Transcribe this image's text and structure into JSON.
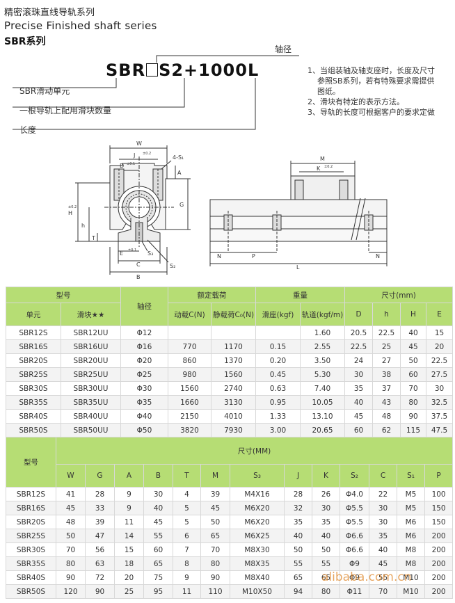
{
  "header": {
    "title_cn": "精密滚珠直线导轨系列",
    "title_en": "Precise Finished shaft series",
    "series": "SBR系列"
  },
  "code": {
    "prefix": "SBR",
    "suffix": "S2+1000L",
    "label_shaft_dia": "轴径",
    "label_unit": "SBR滑动单元",
    "label_blocks": "一根导轨上配用滑块数量",
    "label_length": "长度"
  },
  "notes": [
    "1、当组装轴及轴支座时，长度及尺寸",
    "参照SB系列，若有特殊要求需提供",
    "图纸。",
    "2、滑块有特定的表示方法。",
    "3、导轨的长度可根据客户的要求定做"
  ],
  "drawing_labels": {
    "W": "W",
    "J": "J",
    "D": "D",
    "S1_holes": "4-S₁",
    "A": "A",
    "H": "H",
    "G": "G",
    "h": "h",
    "T": "T",
    "E": "E",
    "S3": "S₃",
    "C": "C",
    "S2": "S₂",
    "B": "B",
    "M": "M",
    "K": "K",
    "N": "N",
    "P": "P",
    "L": "L",
    "tol1": "±0.2",
    "tol2": "±0.1"
  },
  "table1": {
    "group_headers": [
      "型号",
      "轴径",
      "额定载荷",
      "重量",
      "尺寸(mm)"
    ],
    "sub_headers": [
      "单元",
      "滑块★★",
      "动载C(N)",
      "静载荷C₀(N)",
      "滑座(kgf)",
      "轨道(kgf/m)",
      "D",
      "h",
      "H",
      "E"
    ],
    "rows": [
      [
        "SBR12S",
        "SBR12UU",
        "Φ12",
        "",
        "",
        "",
        "1.60",
        "20.5",
        "22.5",
        "40",
        "15"
      ],
      [
        "SBR16S",
        "SBR16UU",
        "Φ16",
        "770",
        "1170",
        "0.15",
        "2.55",
        "22.5",
        "25",
        "45",
        "20"
      ],
      [
        "SBR20S",
        "SBR20UU",
        "Φ20",
        "860",
        "1370",
        "0.20",
        "3.50",
        "24",
        "27",
        "50",
        "22.5"
      ],
      [
        "SBR25S",
        "SBR25UU",
        "Φ25",
        "980",
        "1560",
        "0.45",
        "5.30",
        "30",
        "38",
        "60",
        "27.5"
      ],
      [
        "SBR30S",
        "SBR30UU",
        "Φ30",
        "1560",
        "2740",
        "0.63",
        "7.40",
        "35",
        "37",
        "70",
        "30"
      ],
      [
        "SBR35S",
        "SBR35UU",
        "Φ35",
        "1660",
        "3130",
        "0.95",
        "10.05",
        "40",
        "43",
        "80",
        "32.5"
      ],
      [
        "SBR40S",
        "SBR40UU",
        "Φ40",
        "2150",
        "4010",
        "1.33",
        "13.10",
        "45",
        "48",
        "90",
        "37.5"
      ],
      [
        "SBR50S",
        "SBR50UU",
        "Φ50",
        "3820",
        "7930",
        "3.00",
        "20.65",
        "60",
        "62",
        "115",
        "47.5"
      ]
    ]
  },
  "table2": {
    "model_header": "型号",
    "group_header": "尺寸(MM)",
    "columns": [
      "W",
      "G",
      "A",
      "B",
      "T",
      "M",
      "S₃",
      "J",
      "K",
      "S₂",
      "C",
      "S₁",
      "P"
    ],
    "rows": [
      [
        "SBR12S",
        "41",
        "28",
        "9",
        "30",
        "4",
        "39",
        "M4X16",
        "28",
        "26",
        "Φ4.0",
        "22",
        "M5",
        "100"
      ],
      [
        "SBR16S",
        "45",
        "33",
        "9",
        "40",
        "5",
        "45",
        "M6X20",
        "32",
        "30",
        "Φ5.5",
        "30",
        "M5",
        "150"
      ],
      [
        "SBR20S",
        "48",
        "39",
        "11",
        "45",
        "5",
        "50",
        "M6X20",
        "35",
        "35",
        "Φ5.5",
        "30",
        "M6",
        "150"
      ],
      [
        "SBR25S",
        "50",
        "47",
        "14",
        "55",
        "6",
        "65",
        "M6X25",
        "40",
        "40",
        "Φ6.6",
        "35",
        "M6",
        "200"
      ],
      [
        "SBR30S",
        "70",
        "56",
        "15",
        "60",
        "7",
        "70",
        "M8X30",
        "50",
        "50",
        "Φ6.6",
        "40",
        "M8",
        "200"
      ],
      [
        "SBR35S",
        "80",
        "63",
        "18",
        "65",
        "8",
        "80",
        "M8X35",
        "55",
        "55",
        "Φ9",
        "45",
        "M8",
        "200"
      ],
      [
        "SBR40S",
        "90",
        "72",
        "20",
        "75",
        "9",
        "90",
        "M8X40",
        "65",
        "65",
        "Φ9",
        "55",
        "M10",
        "200"
      ],
      [
        "SBR50S",
        "120",
        "90",
        "25",
        "95",
        "11",
        "110",
        "M10X50",
        "94",
        "80",
        "Φ11",
        "70",
        "M10",
        "200"
      ]
    ]
  },
  "watermark": "alibaba.com.cn",
  "colors": {
    "header_green": "#b6dd74",
    "line": "#333333",
    "watermark": "#e08a30"
  }
}
